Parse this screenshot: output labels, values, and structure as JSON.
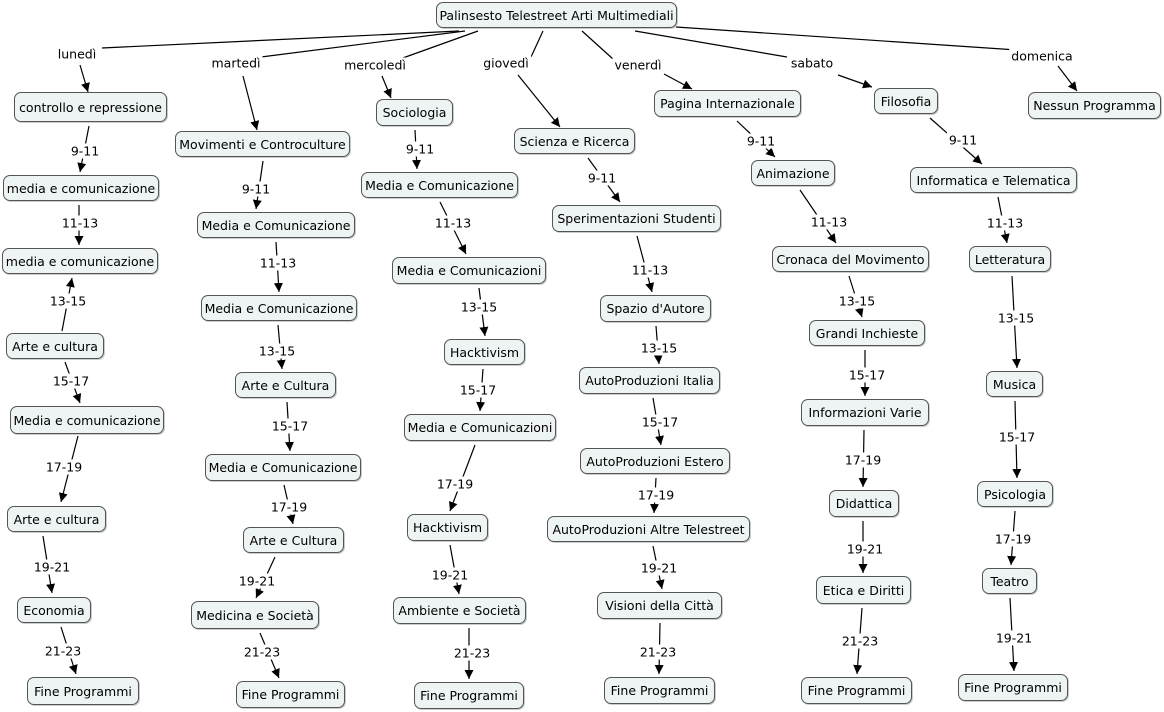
{
  "root": "Palinsesto Telestreet Arti Multimediali",
  "days": [
    {
      "day": "lunedì",
      "nodes": [
        {
          "label": "controllo e repressione"
        },
        {
          "label": "media e comunicazione",
          "slot": "9-11"
        },
        {
          "label": "media e comunicazione",
          "slot": "11-13"
        },
        {
          "label": "Arte e cultura",
          "slot": "13-15"
        },
        {
          "label": "Media e comunicazione",
          "slot": "15-17"
        },
        {
          "label": "Arte e cultura",
          "slot": "17-19"
        },
        {
          "label": "Economia",
          "slot": "19-21"
        },
        {
          "label": "Fine Programmi",
          "slot": "21-23"
        }
      ]
    },
    {
      "day": "martedì",
      "nodes": [
        {
          "label": "Movimenti e Controculture"
        },
        {
          "label": "Media e Comunicazione",
          "slot": "9-11"
        },
        {
          "label": "Media e Comunicazione",
          "slot": "11-13"
        },
        {
          "label": "Arte e Cultura",
          "slot": "13-15"
        },
        {
          "label": "Media e Comunicazione",
          "slot": "15-17"
        },
        {
          "label": "Arte e Cultura",
          "slot": "17-19"
        },
        {
          "label": "Medicina e Società",
          "slot": "19-21"
        },
        {
          "label": "Fine Programmi",
          "slot": "21-23"
        }
      ]
    },
    {
      "day": "mercoledì",
      "nodes": [
        {
          "label": "Sociologia"
        },
        {
          "label": "Media e Comunicazione",
          "slot": "9-11"
        },
        {
          "label": "Media e Comunicazioni",
          "slot": "11-13"
        },
        {
          "label": "Hacktivism",
          "slot": "13-15"
        },
        {
          "label": "Media e Comunicazioni",
          "slot": "15-17"
        },
        {
          "label": "Hacktivism",
          "slot": "17-19"
        },
        {
          "label": "Ambiente e Società",
          "slot": "19-21"
        },
        {
          "label": "Fine Programmi",
          "slot": "21-23"
        }
      ]
    },
    {
      "day": "giovedì",
      "nodes": [
        {
          "label": "Scienza e Ricerca"
        },
        {
          "label": "Sperimentazioni Studenti",
          "slot": "9-11"
        },
        {
          "label": "Spazio d'Autore",
          "slot": "11-13"
        },
        {
          "label": "AutoProduzioni Italia",
          "slot": "13-15"
        },
        {
          "label": "AutoProduzioni Estero",
          "slot": "15-17"
        },
        {
          "label": "AutoProduzioni Altre Telestreet",
          "slot": "17-19"
        },
        {
          "label": "Visioni della Città",
          "slot": "19-21"
        },
        {
          "label": "Fine Programmi",
          "slot": "21-23"
        }
      ]
    },
    {
      "day": "venerdì",
      "nodes": [
        {
          "label": "Pagina Internazionale"
        },
        {
          "label": "Animazione",
          "slot": "9-11"
        },
        {
          "label": "Cronaca del Movimento",
          "slot": "11-13"
        },
        {
          "label": "Grandi Inchieste",
          "slot": "13-15"
        },
        {
          "label": "Informazioni Varie",
          "slot": "15-17"
        },
        {
          "label": "Didattica",
          "slot": "17-19"
        },
        {
          "label": "Etica e Diritti",
          "slot": "19-21"
        },
        {
          "label": "Fine Programmi",
          "slot": "21-23"
        }
      ]
    },
    {
      "day": "sabato",
      "nodes": [
        {
          "label": "Filosofia"
        },
        {
          "label": "Informatica e Telematica",
          "slot": "9-11"
        },
        {
          "label": "Letteratura",
          "slot": "11-13"
        },
        {
          "label": "Musica",
          "slot": "13-15"
        },
        {
          "label": "Psicologia",
          "slot": "15-17"
        },
        {
          "label": "Teatro",
          "slot": "17-19"
        },
        {
          "label": "Fine Programmi",
          "slot": "19-21"
        }
      ]
    },
    {
      "day": "domenica",
      "nodes": [
        {
          "label": "Nessun Programma"
        }
      ]
    }
  ]
}
